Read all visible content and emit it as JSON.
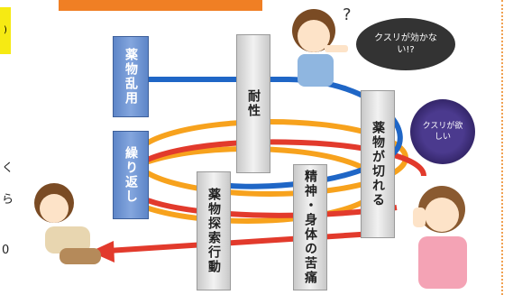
{
  "banner": {
    "text": ""
  },
  "left_tab": {
    "text": ")"
  },
  "columns": {
    "yakubutsu_ranyo": "薬物乱用",
    "kurikaeshi": "繰り返し",
    "taisei": "耐性",
    "yakubutsu_ga_kireru": "薬物が切れる",
    "seishin_shintai_no_kutsuu": "精神・身体の苦痛",
    "yakubutsu_tansaku_koudou": "薬物探索行動"
  },
  "speech": {
    "upper": "クスリが効かない!?",
    "lower": "クスリが欲しい"
  },
  "side_text": {
    "char1": "く",
    "char2": "ら",
    "char3": "0"
  },
  "colors": {
    "blue": "#1f66c6",
    "orange": "#f7a21d",
    "red": "#e23a2c",
    "accent_orange": "#f07f24",
    "yellow": "#f6ea13"
  }
}
